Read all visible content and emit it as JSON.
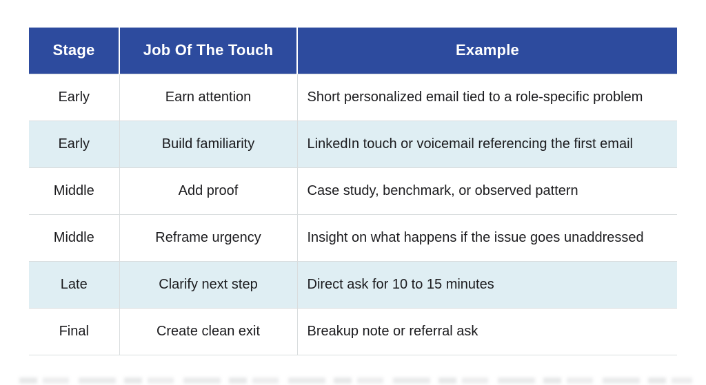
{
  "table": {
    "columns": [
      {
        "key": "stage",
        "label": "Stage"
      },
      {
        "key": "job",
        "label": "Job Of The Touch"
      },
      {
        "key": "example",
        "label": "Example"
      }
    ],
    "rows": [
      {
        "stage": "Early",
        "job": "Earn attention",
        "example": "Short personalized email tied to a role-specific problem",
        "highlight": false
      },
      {
        "stage": "Early",
        "job": "Build familiarity",
        "example": "LinkedIn touch or voicemail referencing the first email",
        "highlight": true
      },
      {
        "stage": "Middle",
        "job": "Add proof",
        "example": "Case study, benchmark, or observed pattern",
        "highlight": false
      },
      {
        "stage": "Middle",
        "job": "Reframe urgency",
        "example": "Insight on what happens if the issue goes unaddressed",
        "highlight": false
      },
      {
        "stage": "Late",
        "job": "Clarify next step",
        "example": "Direct ask for 10 to 15 minutes",
        "highlight": true
      },
      {
        "stage": "Final",
        "job": "Create clean exit",
        "example": "Breakup note or referral ask",
        "highlight": false
      }
    ],
    "colors": {
      "header_bg": "#2D4B9E",
      "header_text": "#FFFFFF",
      "row_bg": "#FFFFFF",
      "row_alt_bg": "#DFEEF3",
      "body_text": "#1B1B1E",
      "divider": "#D9DDDE",
      "page_bg": "#FFFFFF"
    }
  }
}
